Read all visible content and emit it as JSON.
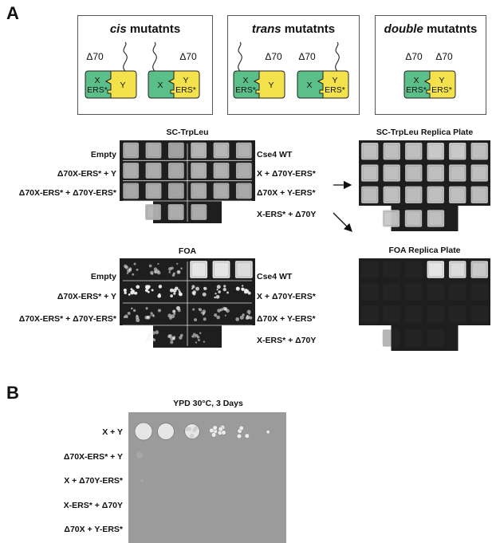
{
  "panel_a": {
    "letter": "A",
    "boxes": [
      {
        "title_em": "cis",
        "title_rest": " mutatnts"
      },
      {
        "title_em": "trans",
        "title_rest": " mutatnts"
      },
      {
        "title_em": "double",
        "title_rest": " mutatnts"
      }
    ],
    "schematic": {
      "delta": "Δ70",
      "x": "X",
      "y": "Y",
      "x_ers": [
        "X",
        "ERS*"
      ],
      "y_ers": [
        "Y",
        "ERS*"
      ]
    },
    "sc_plate": {
      "title": "SC-TrpLeu",
      "replica_title": "SC-TrpLeu Replica Plate",
      "left_labels": [
        "Empty",
        "Δ70X-ERS* + Y",
        "Δ70X-ERS* + Δ70Y-ERS*"
      ],
      "right_labels": [
        "Cse4 WT",
        "X + Δ70Y-ERS*",
        "Δ70X + Y-ERS*",
        "X-ERS* + Δ70Y"
      ]
    },
    "foa_plate": {
      "title": "FOA",
      "replica_title": "FOA Replica Plate",
      "left_labels": [
        "Empty",
        "Δ70X-ERS* + Y",
        "Δ70X-ERS* + Δ70Y-ERS*"
      ],
      "right_labels": [
        "Cse4 WT",
        "X + Δ70Y-ERS*",
        "Δ70X + Y-ERS*",
        "X-ERS* + Δ70Y"
      ]
    }
  },
  "panel_b": {
    "letter": "B",
    "title": "YPD 30°C, 3 Days",
    "row_labels": [
      "X + Y",
      "Δ70X-ERS* + Y",
      "X + Δ70Y-ERS*",
      "X-ERS* + Δ70Y",
      "Δ70X + Y-ERS*"
    ],
    "colony_growth": [
      1.0,
      0.95,
      0.85,
      0.75,
      0.45,
      0.15
    ]
  },
  "colors": {
    "green": "#5bbf8a",
    "yellow": "#f3e24b",
    "plate_bg": "#1c1c1c",
    "ypd_bg": "#9b9b9b"
  }
}
